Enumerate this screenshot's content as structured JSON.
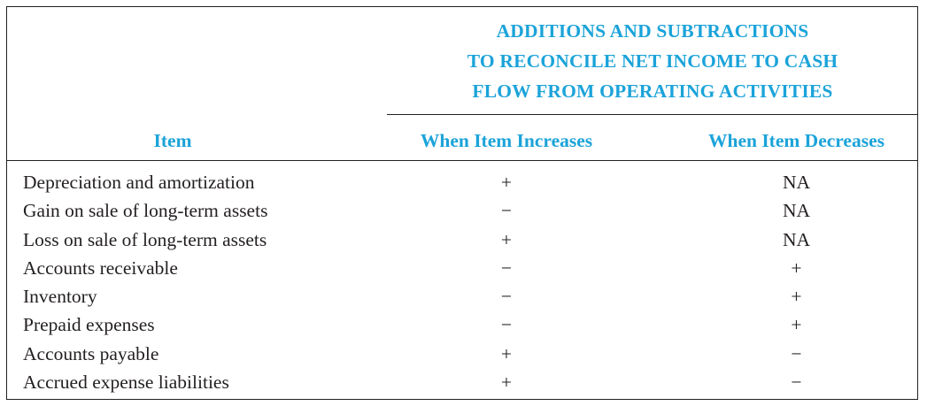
{
  "group_header": "ADDITIONS AND SUBTRACTIONS\nTO RECONCILE NET INCOME TO CASH\nFLOW FROM OPERATING ACTIVITIES",
  "columns": {
    "item": "Item",
    "increases": "When Item Increases",
    "decreases": "When Item Decreases"
  },
  "rows": [
    {
      "item": "Depreciation and amortization",
      "increases": "+",
      "decreases": "NA"
    },
    {
      "item": "Gain on sale of long-term assets",
      "increases": "−",
      "decreases": "NA"
    },
    {
      "item": "Loss on sale of long-term assets",
      "increases": "+",
      "decreases": "NA"
    },
    {
      "item": "Accounts receivable",
      "increases": "−",
      "decreases": "+"
    },
    {
      "item": "Inventory",
      "increases": "−",
      "decreases": "+"
    },
    {
      "item": "Prepaid expenses",
      "increases": "−",
      "decreases": "+"
    },
    {
      "item": "Accounts payable",
      "increases": "+",
      "decreases": "−"
    },
    {
      "item": "Accrued expense liabilities",
      "increases": "+",
      "decreases": "−"
    }
  ],
  "colors": {
    "header_text": "#1ba3d9",
    "body_text": "#231f20",
    "rule": "#231f20"
  }
}
